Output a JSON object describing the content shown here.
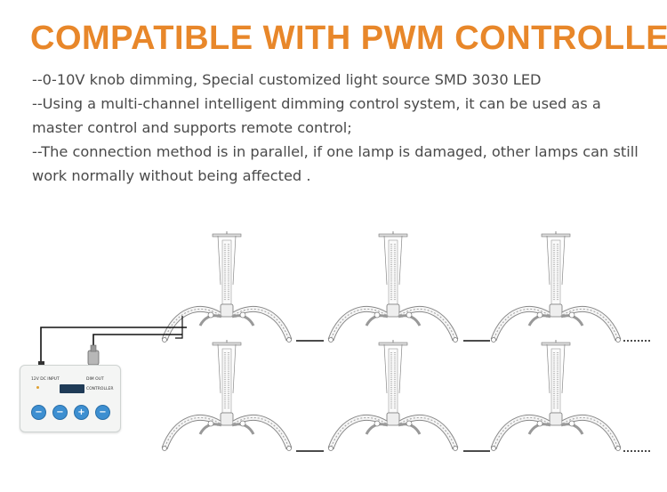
{
  "title": "COMPATIBLE WITH PWM CONTROLLER",
  "description": [
    "--0-10V knob dimming, Special customized light source SMD 3030 LED",
    "--Using a multi-channel intelligent dimming control system, it can be used as a master control and supports remote control;",
    "--The connection method is in parallel, if one lamp is damaged, other lamps can still work normally without being affected ."
  ],
  "controller": {
    "input_label": "12V DC INPUT",
    "output_label": "DIM OUT",
    "model_label": "CONTROLLER",
    "buttons": [
      "−",
      "−",
      "+",
      "−"
    ]
  },
  "colors": {
    "title": "#E8872A",
    "text": "#4a4a4a",
    "button": "#3d8fd1",
    "wire": "#111111"
  },
  "icons": [
    "grow-light-fixture-icon",
    "pwm-controller-icon",
    "continuation-dots-icon"
  ]
}
